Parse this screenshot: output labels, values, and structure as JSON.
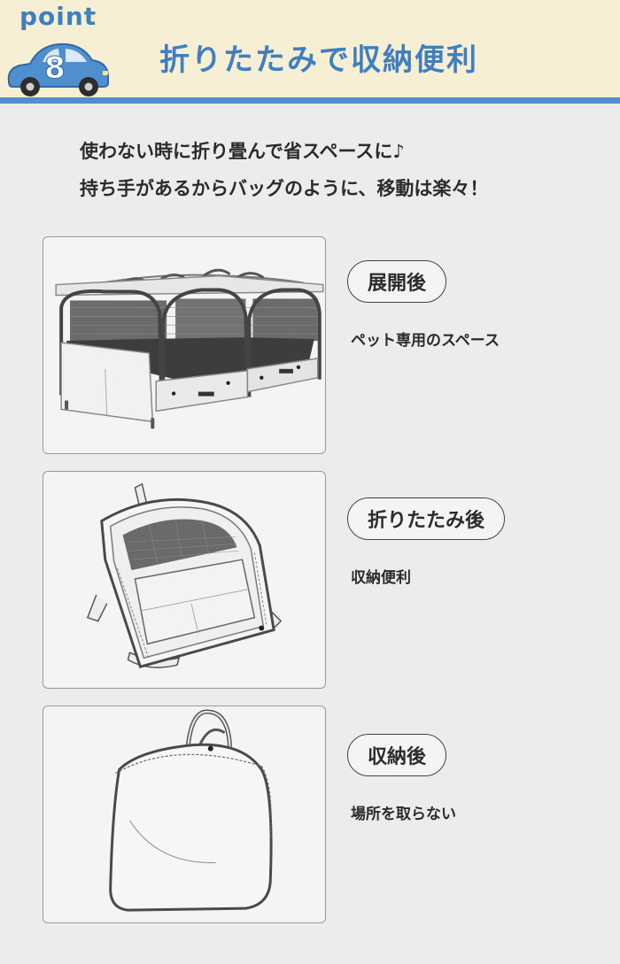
{
  "header": {
    "point_label": "point",
    "point_number": "8",
    "title": "折りたたみで収納便利"
  },
  "intro": {
    "line1": "使わない時に折り畳んで省スペースに♪",
    "line2": "持ち手があるからバッグのように、移動は楽々！"
  },
  "sections": [
    {
      "badge": "展開後",
      "caption": "ペット専用のスペース"
    },
    {
      "badge": "折りたたみ後",
      "caption": "収納便利"
    },
    {
      "badge": "収納後",
      "caption": "場所を取らない"
    }
  ],
  "colors": {
    "accent": "#3f7fbf",
    "header_background": "#f7efd3",
    "page_background": "#ececea"
  }
}
